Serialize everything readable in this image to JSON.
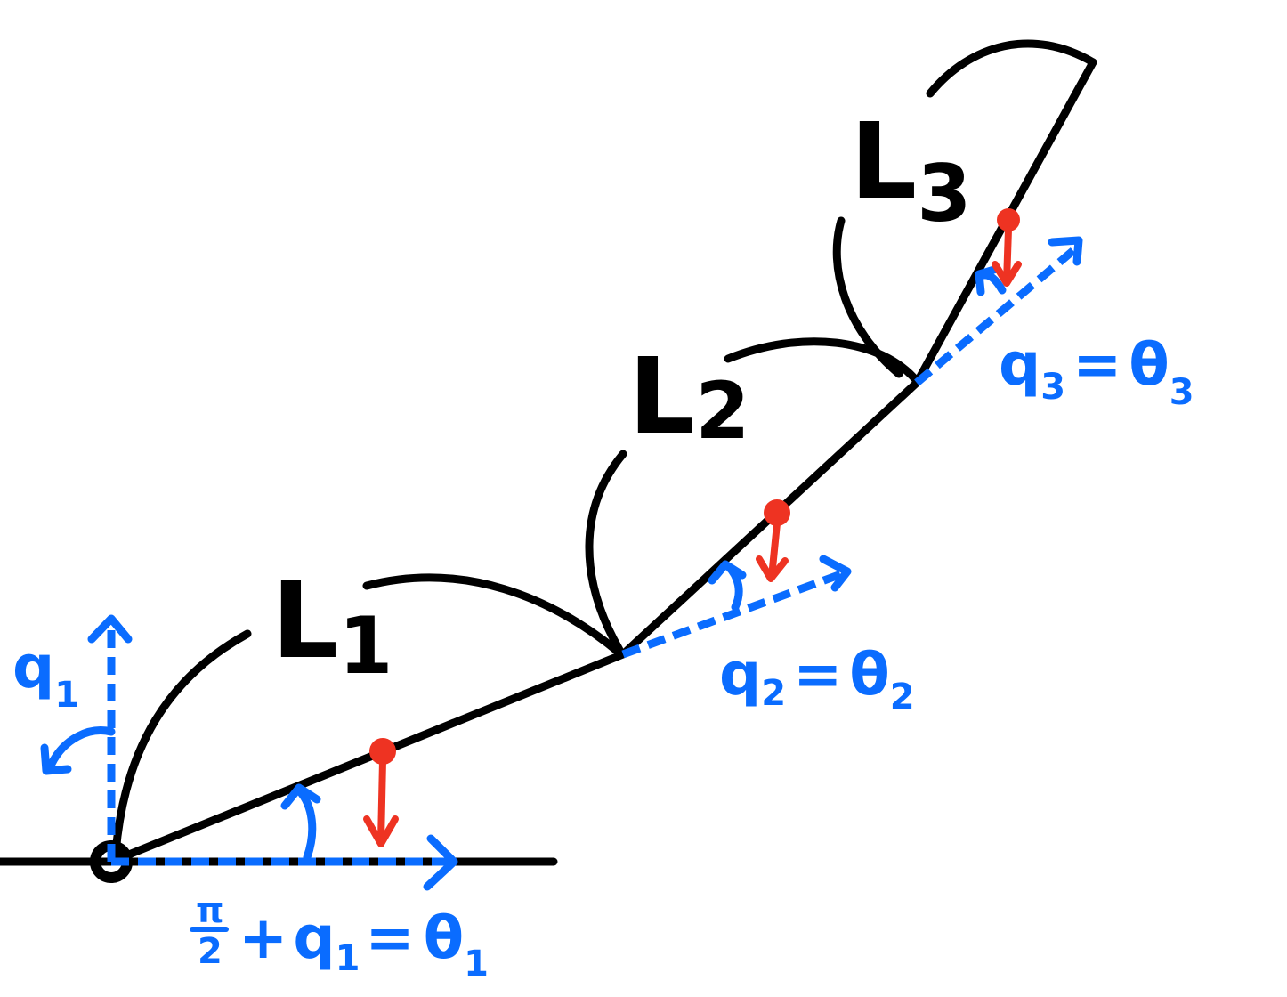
{
  "colors": {
    "ink": "#000000",
    "annotation": "#0a6cff",
    "gravity": "#ee3322"
  },
  "links": {
    "l1": "L",
    "l1_sub": "1",
    "l2": "L",
    "l2_sub": "2",
    "l3": "L",
    "l3_sub": "3"
  },
  "angles": {
    "q1_var": "q",
    "q1_sub": "1",
    "theta1": {
      "frac_num": "π",
      "frac_den": "2",
      "plus": "+",
      "var": "q",
      "var_sub": "1",
      "equals": "=",
      "theta": "θ",
      "theta_sub": "1"
    },
    "theta2": {
      "var": "q",
      "var_sub": "2",
      "equals": "=",
      "theta": "θ",
      "theta_sub": "2"
    },
    "theta3": {
      "var": "q",
      "var_sub": "3",
      "equals": "=",
      "theta": "θ",
      "theta_sub": "3"
    }
  }
}
